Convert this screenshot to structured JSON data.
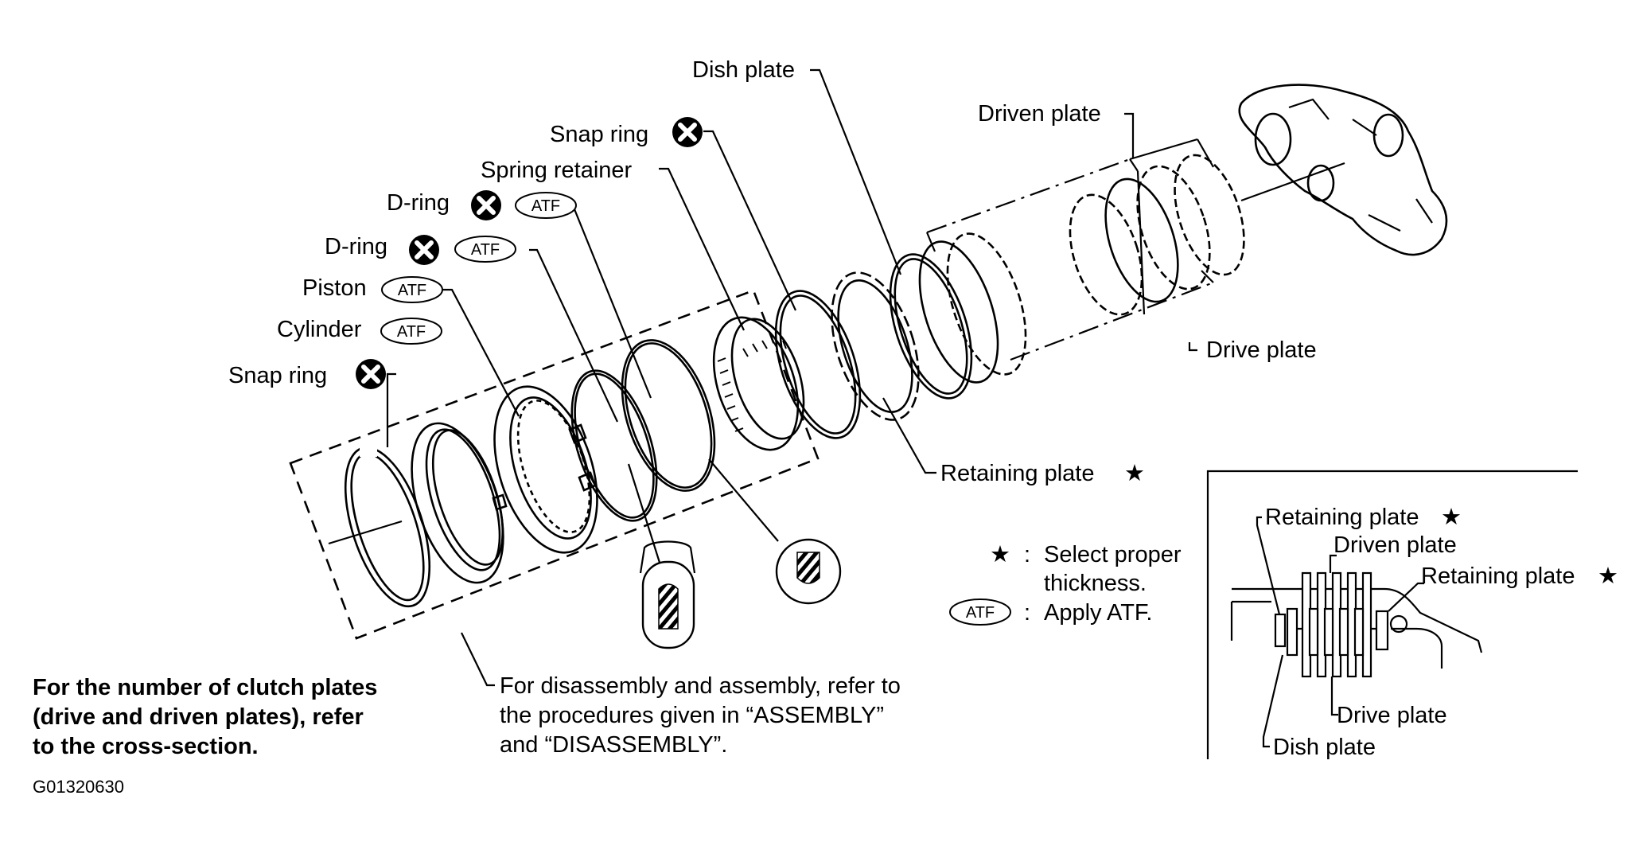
{
  "labels": {
    "dish_plate": "Dish plate",
    "driven_plate": "Driven plate",
    "snap_ring_top": "Snap ring",
    "spring_retainer": "Spring retainer",
    "d_ring_1": "D-ring",
    "d_ring_2": "D-ring",
    "piston": "Piston",
    "cylinder": "Cylinder",
    "snap_ring_left": "Snap ring",
    "drive_plate": "Drive plate",
    "retaining_plate": "Retaining plate",
    "star": "★",
    "atf_badge": "ATF"
  },
  "legend": {
    "star_symbol": "★",
    "star_colon": ":",
    "star_text_1": "Select proper",
    "star_text_2": "thickness.",
    "atf_badge": "ATF",
    "atf_colon": ":",
    "atf_text": "Apply ATF."
  },
  "inset": {
    "retaining_plate_top": "Retaining plate",
    "driven_plate": "Driven plate",
    "retaining_plate_right": "Retaining plate",
    "drive_plate": "Drive plate",
    "dish_plate": "Dish plate",
    "star": "★"
  },
  "notes": {
    "clutch_note_1": "For the number of clutch plates",
    "clutch_note_2": "(drive and driven plates), refer",
    "clutch_note_3": "to the cross-section.",
    "assembly_note_1": "For disassembly and assembly, refer to",
    "assembly_note_2": "the procedures given in “ASSEMBLY”",
    "assembly_note_3": "and “DISASSEMBLY”.",
    "figure_code": "G01320630"
  }
}
